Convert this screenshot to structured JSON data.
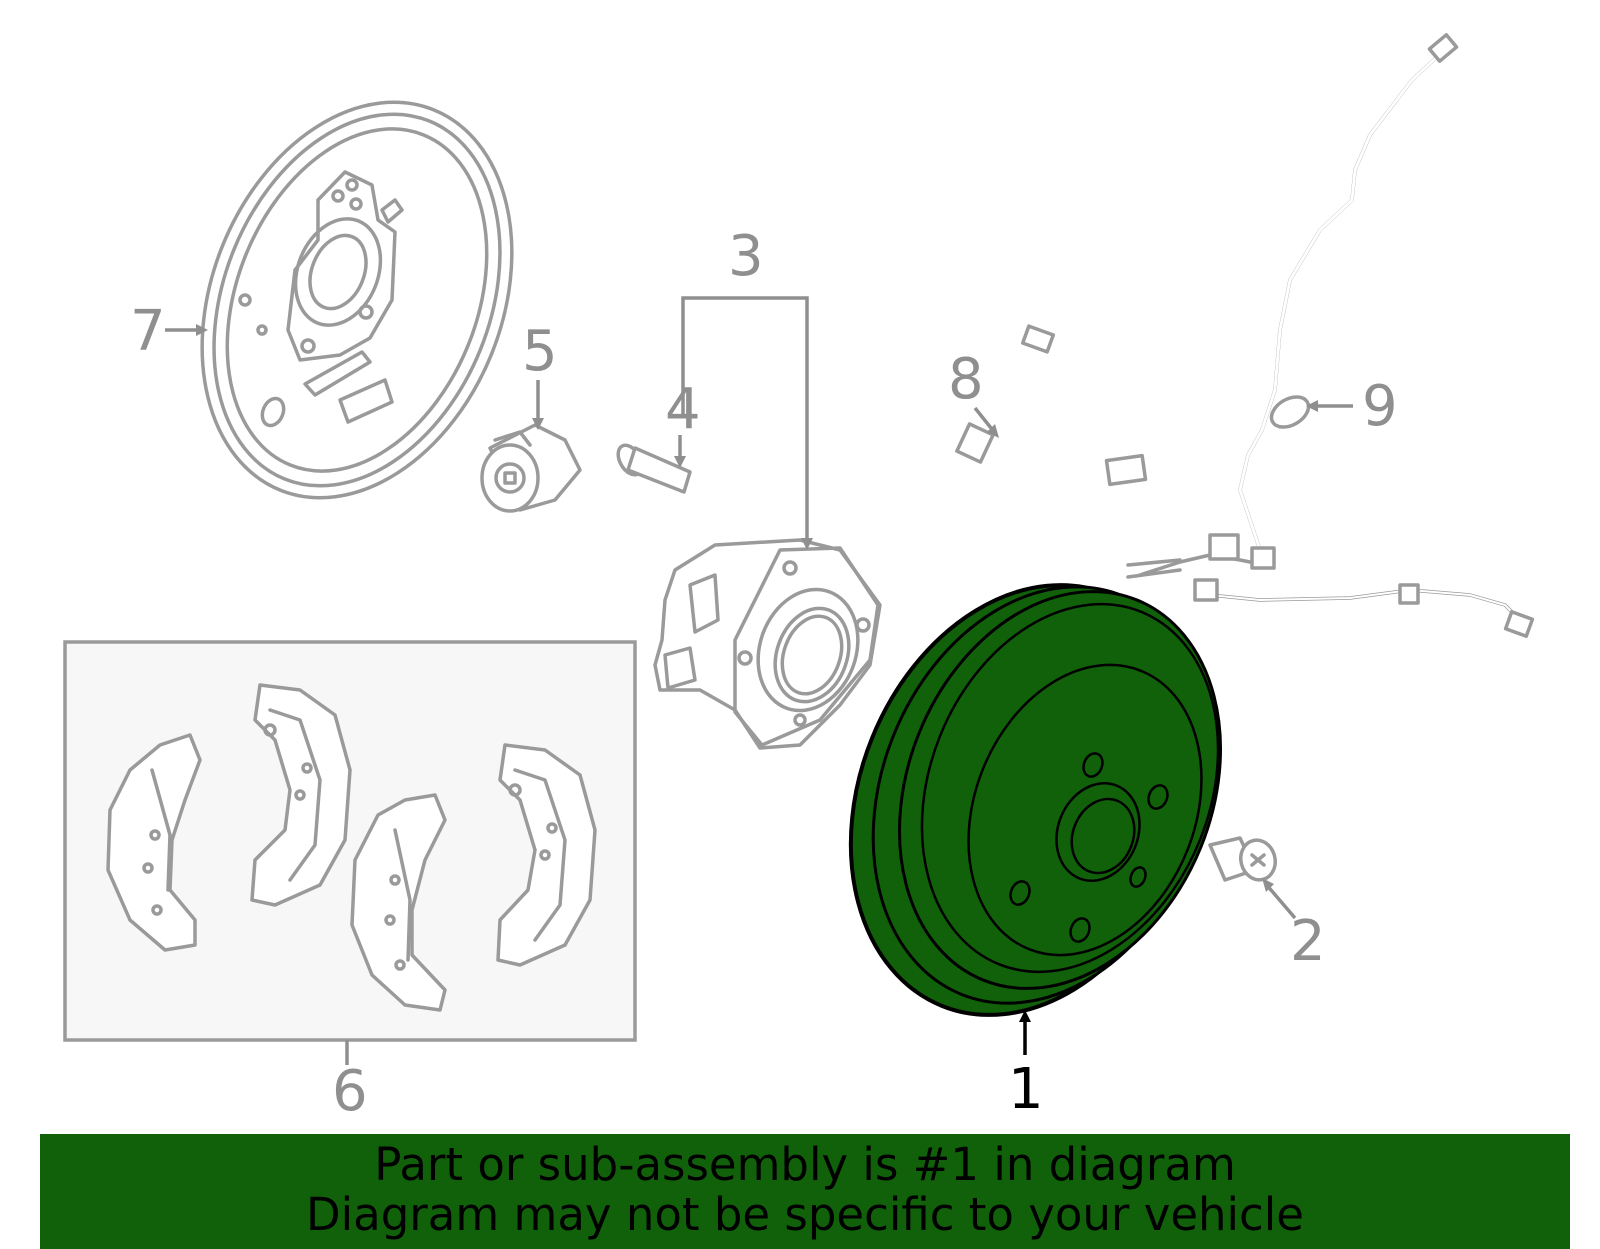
{
  "diagram": {
    "callouts": [
      {
        "id": "1",
        "label": "1",
        "highlighted": true
      },
      {
        "id": "2",
        "label": "2",
        "highlighted": false
      },
      {
        "id": "3",
        "label": "3",
        "highlighted": false
      },
      {
        "id": "4",
        "label": "4",
        "highlighted": false
      },
      {
        "id": "5",
        "label": "5",
        "highlighted": false
      },
      {
        "id": "6",
        "label": "6",
        "highlighted": false
      },
      {
        "id": "7",
        "label": "7",
        "highlighted": false
      },
      {
        "id": "8",
        "label": "8",
        "highlighted": false
      },
      {
        "id": "9",
        "label": "9",
        "highlighted": false
      }
    ],
    "colors": {
      "highlight": "#11600a",
      "line_gray": "#9a9a9a",
      "panel_fill": "#f7f7f7"
    }
  },
  "banner": {
    "line1": "Part or sub-assembly is #1 in diagram",
    "line2": "Diagram may not be specific to your vehicle"
  }
}
